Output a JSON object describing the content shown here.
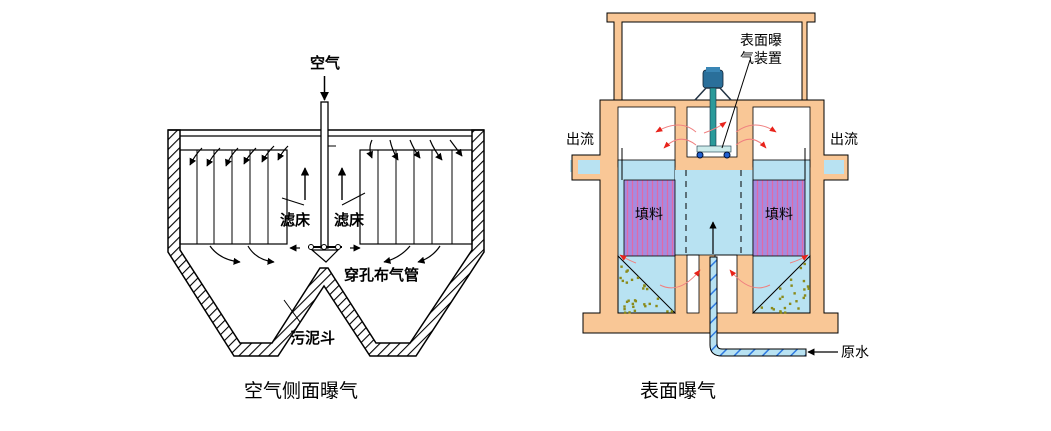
{
  "left_diagram": {
    "caption": "空气侧面曝气",
    "labels": {
      "air": "空气",
      "filter_bed_left": "滤床",
      "filter_bed_right": "滤床",
      "perforated_pipe": "穿孔布气管",
      "sludge_hopper": "污泥斗"
    }
  },
  "right_diagram": {
    "caption": "表面曝气",
    "labels": {
      "aerator_line1": "表面曝",
      "aerator_line2": "气装置",
      "outflow_left": "出流",
      "outflow_right": "出流",
      "packing_left": "填料",
      "packing_right": "填料",
      "raw_water": "原水"
    }
  },
  "colors": {
    "concrete": "#f9c796",
    "water": "#b8e2f2",
    "packing": "#a58be0",
    "packing_stripe": "#e06aa8",
    "motor": "#2a6f9a",
    "shaft": "#2a9a9a",
    "flow_arrow": "#e8231b",
    "pipe_stripe": "#2f7ae0",
    "sediment": "#8a8a1a"
  }
}
